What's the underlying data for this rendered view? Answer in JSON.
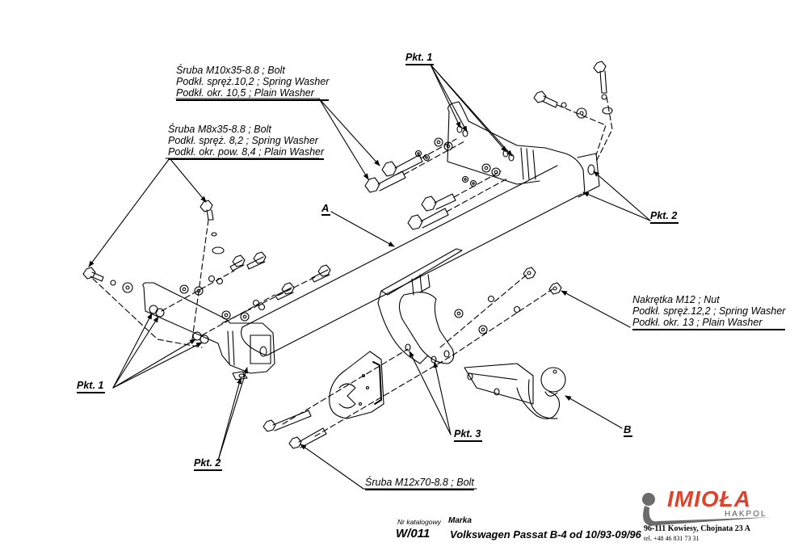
{
  "document": {
    "type": "tow bar assembly drawing"
  },
  "callouts": {
    "bolt_m10": {
      "lines": [
        "Śruba M10x35-8.8 ;  Bolt",
        "Podkł. spręż.10,2 ; Spring Washer",
        "Podkł. okr. 10,5 ; Plain Washer"
      ]
    },
    "bolt_m8": {
      "lines": [
        "Śruba M8x35-8.8 ;  Bolt",
        "Podkł. spręż. 8,2 ; Spring Washer",
        "Podkł. okr. pow.  8,4 ; Plain Washer"
      ]
    },
    "nut_m12": {
      "lines": [
        "Nakrętka  M12 ; Nut",
        "Podkł. spręż.12,2 ; Spring Washer",
        "Podkł. okr. 13 ; Plain Washer"
      ]
    },
    "bolt_m12": {
      "lines": [
        "Śruba M12x70-8.8 ;  Bolt"
      ]
    }
  },
  "points": {
    "pkt1_top": "Pkt. 1",
    "pkt1_left": "Pkt. 1",
    "pkt2_right": "Pkt. 2",
    "pkt2_left": "Pkt. 2",
    "pkt3": "Pkt. 3"
  },
  "parts": {
    "a": "A",
    "b": "B"
  },
  "title_block": {
    "catalog_label": "Nr katalogowy",
    "make_label": "Marka",
    "catalog_number": "W/011",
    "model": "Volkswagen Passat B-4",
    "production": "od 10/93-09/96"
  },
  "company": {
    "brand": "IMIOŁA",
    "sub_brand": "HAKPOL",
    "address": "96-111 Kowiesy, Chojnata 23 A",
    "phone": "tel. +48 46 831 73 31",
    "brand_color": "#e0432b",
    "gray_color": "#6b6b6b"
  }
}
